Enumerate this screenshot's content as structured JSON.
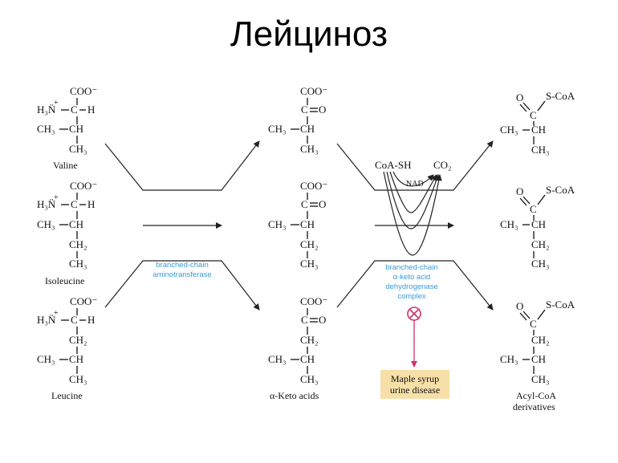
{
  "title": "Лейциноз",
  "amino_acids": {
    "valine": {
      "coo": "COO⁻",
      "h3n": "H₃N̈",
      "plus": "+",
      "c": "C",
      "h": "H",
      "ch3": "CH₃",
      "ch": "CH",
      "ch3b": "CH₃",
      "name": "Valine"
    },
    "isoleucine": {
      "coo": "COO⁻",
      "h3n": "H₃N̈",
      "plus": "+",
      "c": "C",
      "h": "H",
      "ch3": "CH₃",
      "ch": "CH",
      "ch2": "CH₂",
      "ch3b": "CH₃",
      "name": "Isoleucine"
    },
    "leucine": {
      "coo": "COO⁻",
      "h3n": "H₃N̈",
      "plus": "+",
      "c": "C",
      "h": "H",
      "ch2": "CH₂",
      "ch3": "CH₃",
      "ch": "CH",
      "ch3b": "CH₃",
      "name": "Leucine"
    }
  },
  "keto_acids": {
    "k1": {
      "coo": "COO⁻",
      "c": "C",
      "o": "O",
      "ch3": "CH₃",
      "ch": "CH",
      "ch3b": "CH₃"
    },
    "k2": {
      "coo": "COO⁻",
      "c": "C",
      "o": "O",
      "ch3": "CH₃",
      "ch": "CH",
      "ch2": "CH₂",
      "ch3b": "CH₃"
    },
    "k3": {
      "coo": "COO⁻",
      "c": "C",
      "o": "O",
      "ch2": "CH₂",
      "ch3": "CH₃",
      "ch": "CH",
      "ch3b": "CH₃"
    },
    "name": "α-Keto acids"
  },
  "acyl": {
    "a1": {
      "o": "O",
      "scoa": "S-CoA",
      "c": "C",
      "ch3": "CH₃",
      "ch": "CH",
      "ch3b": "CH₃"
    },
    "a2": {
      "o": "O",
      "scoa": "S-CoA",
      "c": "C",
      "ch3": "CH₃",
      "ch": "CH",
      "ch2": "CH₂",
      "ch3b": "CH₃"
    },
    "a3": {
      "o": "O",
      "scoa": "S-CoA",
      "c": "C",
      "ch2": "CH₂",
      "ch3": "CH₃",
      "ch": "CH",
      "ch3b": "CH₃"
    },
    "name_line1": "Acyl-CoA",
    "name_line2": "derivatives"
  },
  "enzymes": {
    "transaminase_line1": "branched-chain",
    "transaminase_line2": "aminotransferase",
    "dehydrogenase_line1": "branched-chain",
    "dehydrogenase_line2": "α-keto acid",
    "dehydrogenase_line3": "dehydrogenase",
    "dehydrogenase_line4": "complex"
  },
  "cofactors": {
    "coash": "CoA-SH",
    "co2": "CO₂",
    "nad": "NAD"
  },
  "disease": {
    "line1": "Maple syrup",
    "line2": "urine disease",
    "box_color": "#f7dfa8",
    "block_color": "#d0306a"
  },
  "colors": {
    "enzyme_text": "#3a9bd5"
  }
}
